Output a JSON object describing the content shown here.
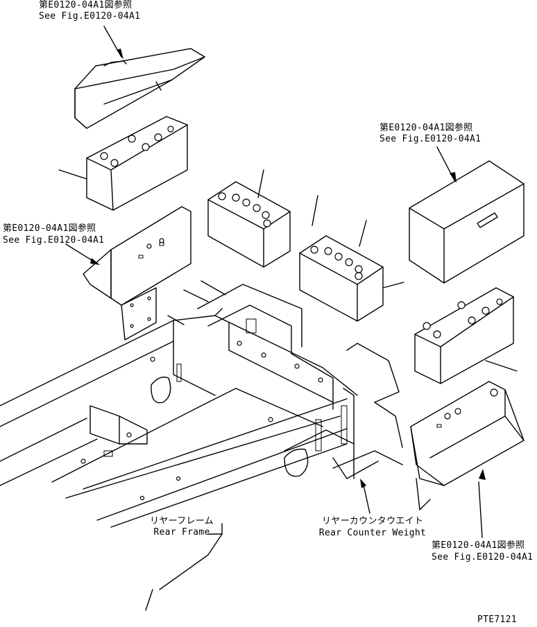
{
  "callouts": {
    "top_left": {
      "jp": "第E0120-04A1図参照",
      "en": "See Fig.E0120-04A1"
    },
    "mid_left": {
      "jp": "第E0120-04A1図参照",
      "en": "See Fig.E0120-04A1"
    },
    "top_right": {
      "jp": "第E0120-04A1図参照",
      "en": "See Fig.E0120-04A1"
    },
    "bottom_right": {
      "jp": "第E0120-04A1図参照",
      "en": "See Fig.E0120-04A1"
    }
  },
  "parts": {
    "rear_frame": {
      "jp": "リヤーフレーム",
      "en": "Rear Frame"
    },
    "rear_counter_weight": {
      "jp": "リヤーカウンタウエイト",
      "en": "Rear Counter Weight"
    }
  },
  "drawing_number": "PTE7121"
}
